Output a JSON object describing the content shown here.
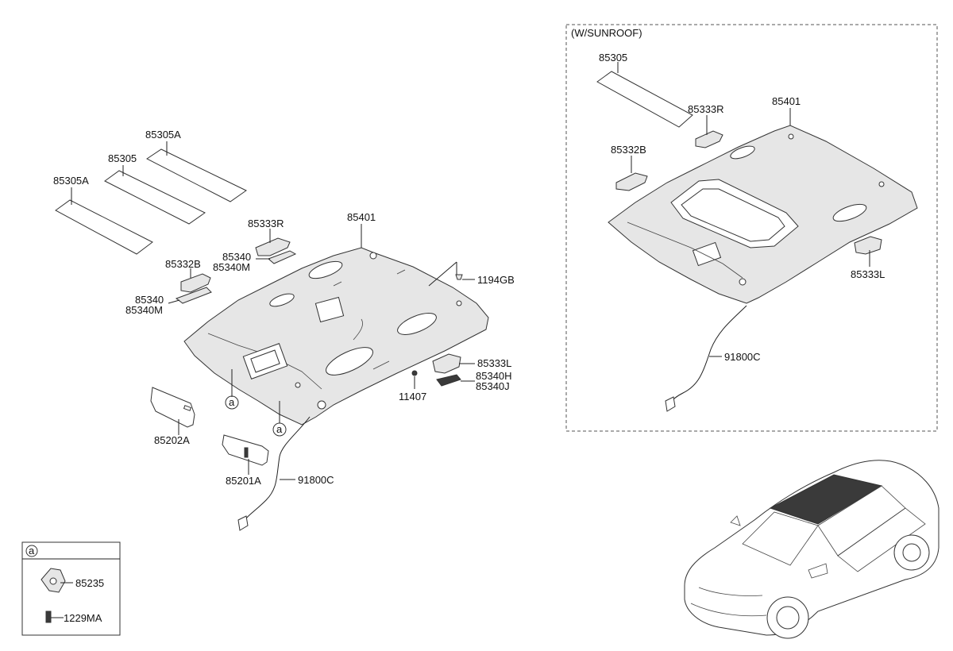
{
  "main": {
    "part_85305A_top": "85305A",
    "part_85305": "85305",
    "part_85305A_left": "85305A",
    "part_85333R": "85333R",
    "part_85340_top": "85340",
    "part_85340M_top": "85340M",
    "part_85332B": "85332B",
    "part_85340_left": "85340",
    "part_85340M_left": "85340M",
    "part_85401": "85401",
    "part_1194GB": "1194GB",
    "part_85333L": "85333L",
    "part_85340H": "85340H",
    "part_85340J": "85340J",
    "part_11407": "11407",
    "part_85202A": "85202A",
    "part_85201A": "85201A",
    "part_91800C": "91800C",
    "circle_a_1": "a",
    "circle_a_2": "a"
  },
  "sunroof": {
    "title": "(W/SUNROOF)",
    "part_85305": "85305",
    "part_85333R": "85333R",
    "part_85401": "85401",
    "part_85332B": "85332B",
    "part_85333L": "85333L",
    "part_91800C": "91800C"
  },
  "inset": {
    "header": "a",
    "part_85235": "85235",
    "part_1229MA": "1229MA"
  },
  "colors": {
    "line": "#222222",
    "fill_dark": "#3a3a3a",
    "border_dash": "#555555"
  }
}
